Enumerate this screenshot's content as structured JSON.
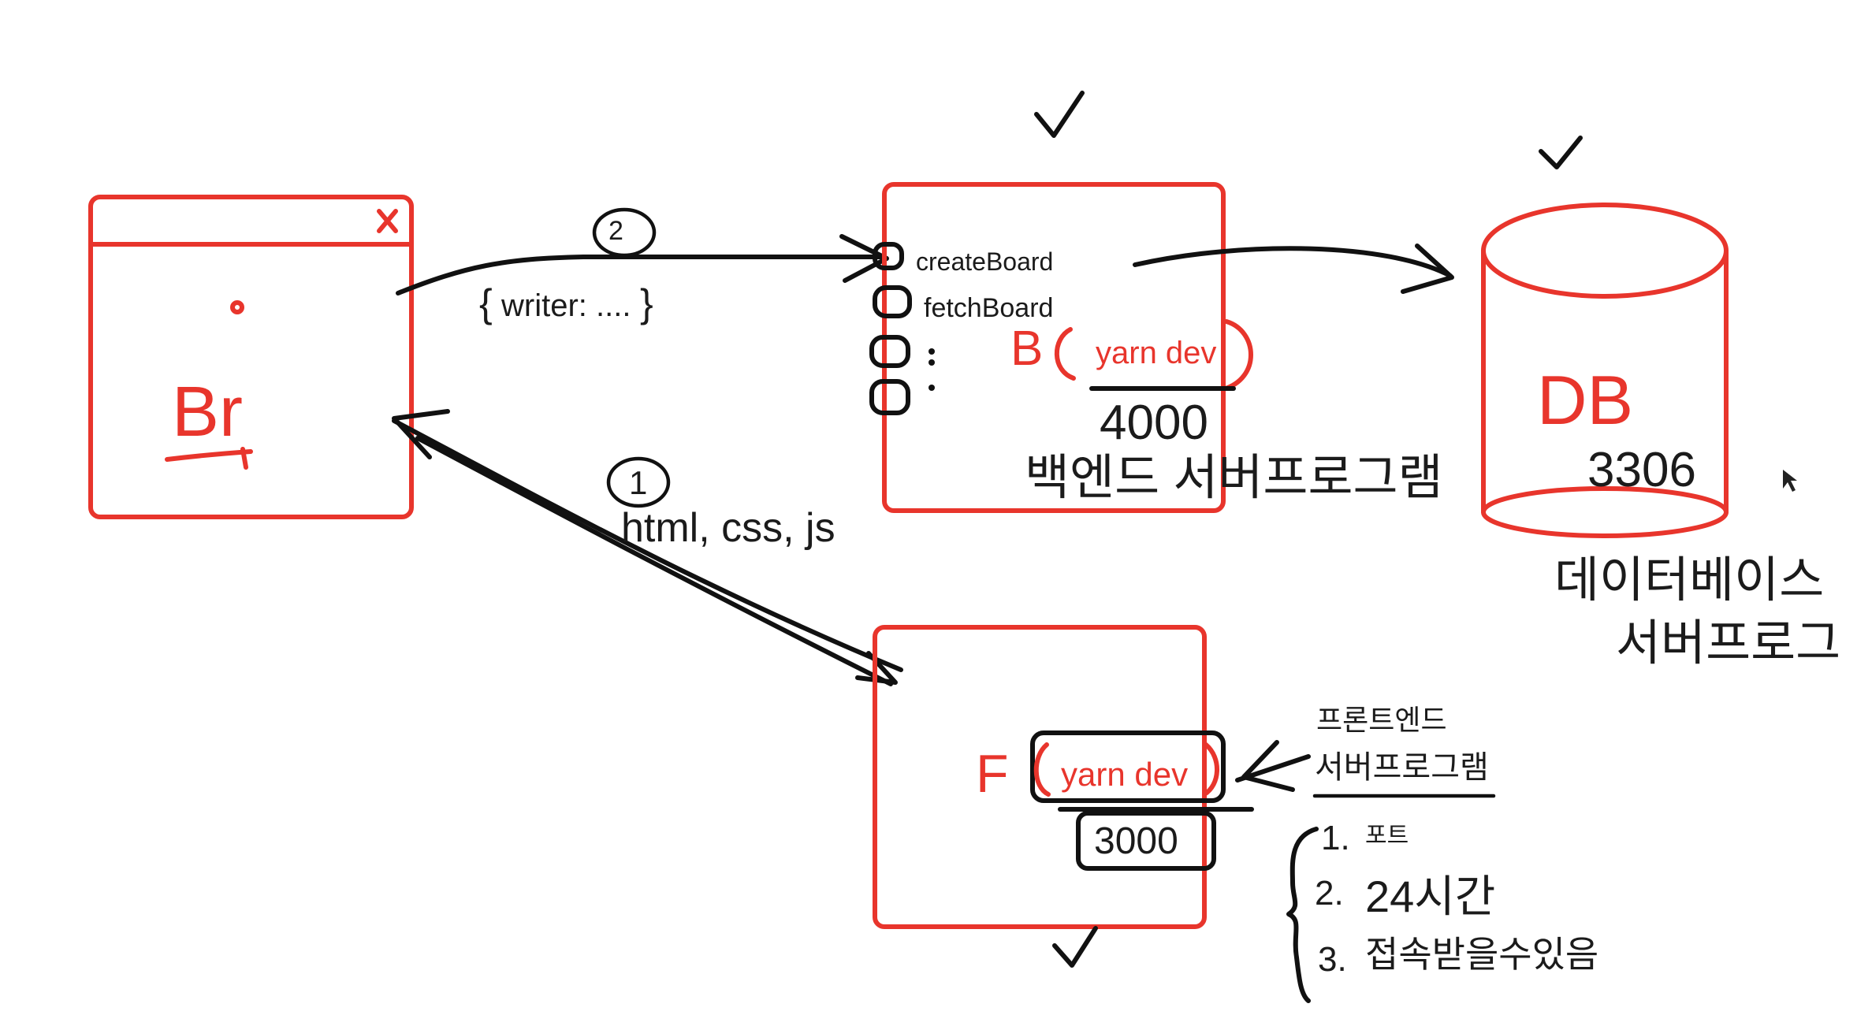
{
  "browser": {
    "label": "Br"
  },
  "request": {
    "step": "2",
    "payload": "writer: ....",
    "bracket_open": "{",
    "bracket_close": "}"
  },
  "response": {
    "step": "1",
    "label": "html, css, js"
  },
  "backend": {
    "api": [
      "createBoard",
      "fetchBoard"
    ],
    "letter": "B",
    "command": "yarn dev",
    "port": "4000",
    "caption": "백엔드 서버프로그램"
  },
  "database": {
    "label": "DB",
    "port": "3306",
    "caption_line1": "데이터베이스",
    "caption_line2": "서버프로그"
  },
  "frontend": {
    "letter": "F",
    "command": "yarn dev",
    "port": "3000",
    "caption_line1": "프론트엔드",
    "caption_line2": "서버프로그램"
  },
  "notes": [
    {
      "num": "1.",
      "text": "포트"
    },
    {
      "num": "2.",
      "text": "24시간"
    },
    {
      "num": "3.",
      "text": "접속받을수있음"
    }
  ],
  "colors": {
    "accent": "#e8352c",
    "ink": "#111111"
  },
  "icons": [
    "close-icon",
    "checkmark-icon",
    "cursor-icon",
    "port-circle-icon"
  ]
}
